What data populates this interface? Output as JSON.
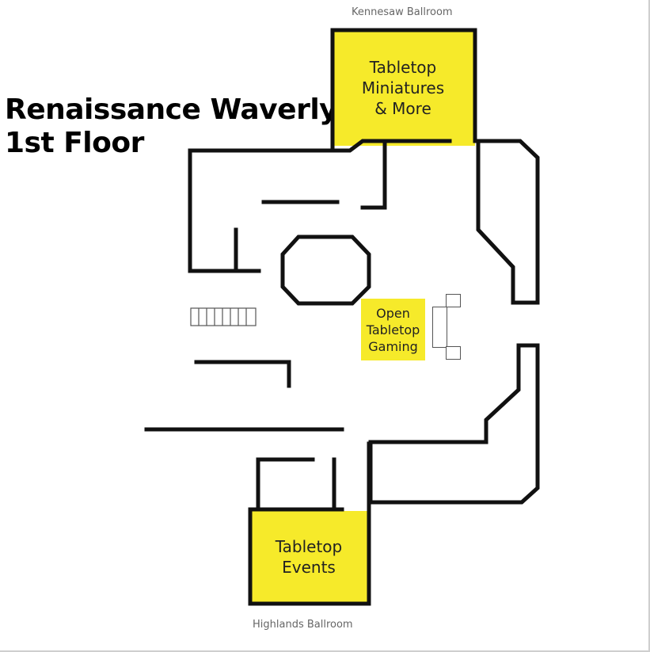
{
  "map": {
    "title_line1": "Renaissance Waverly",
    "title_line2": "1st Floor",
    "top_label": "Kennesaw Ballroom",
    "bottom_label": "Highlands Ballroom",
    "rooms": {
      "miniatures": {
        "line1": "Tabletop",
        "line2": "Miniatures",
        "line3": "& More"
      },
      "open_gaming": {
        "line1": "Open",
        "line2": "Tabletop",
        "line3": "Gaming"
      },
      "events": {
        "line1": "Tabletop",
        "line2": "Events"
      }
    },
    "colors": {
      "highlight": "#f6ea2a",
      "walls": "#111111"
    }
  }
}
